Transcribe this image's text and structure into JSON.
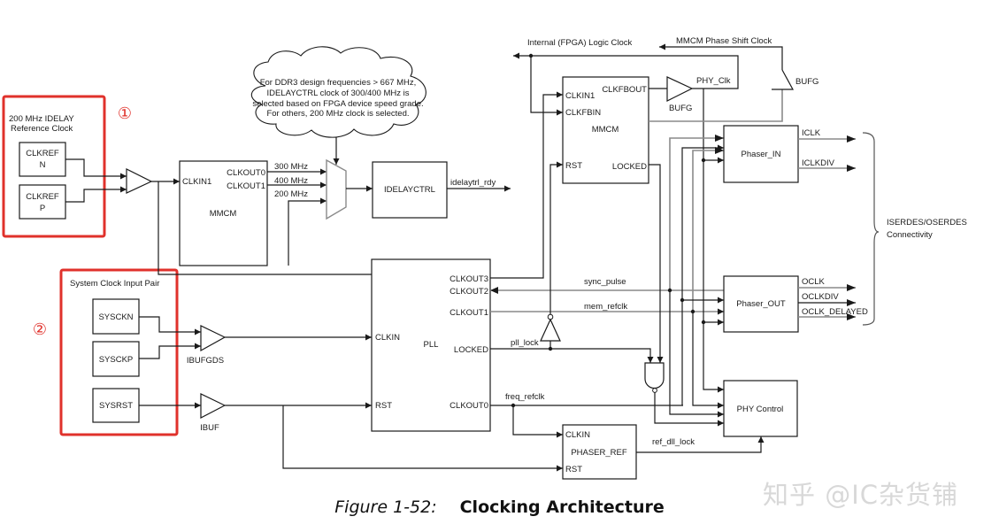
{
  "figure": {
    "number_label": "Figure 1-52:",
    "title": "Clocking Architecture",
    "watermark": "知乎 @IC杂货铺"
  },
  "colors": {
    "highlight": "#e0312b",
    "wire": "#1a1a1a",
    "gray_wire": "#8a8a8a"
  },
  "annotations": {
    "marker_1": "①",
    "marker_2": "②"
  },
  "idelay_ref_group": {
    "title_line1": "200 MHz IDELAY",
    "title_line2": "Reference Clock",
    "clkref_n_line1": "CLKREF",
    "clkref_n_line2": "N",
    "clkref_p_line1": "CLKREF",
    "clkref_p_line2": "P"
  },
  "sys_clock_group": {
    "title": "System Clock Input Pair",
    "sysckn": "SYSCKN",
    "sysckp": "SYSCKP",
    "sysrst": "SYSRST",
    "ibufgds": "IBUFGDS",
    "ibuf": "IBUF"
  },
  "cloud_note": {
    "lines": [
      "For DDR3 design frequencies > 667 MHz,",
      "IDELAYCTRL clock of 300/400 MHz is",
      "selected based on FPGA device speed grade.",
      "For others, 200 MHz clock is selected."
    ]
  },
  "mmcm_ref": {
    "name": "MMCM",
    "clkin1": "CLKIN1",
    "clkout0": "CLKOUT0",
    "clkout1": "CLKOUT1",
    "freq_300": "300 MHz",
    "freq_400": "400 MHz",
    "freq_200": "200 MHz"
  },
  "idelayctrl": {
    "name": "IDELAYCTRL",
    "output": "idelaytrl_rdy"
  },
  "mmcm_main": {
    "name": "MMCM",
    "clkin1": "CLKIN1",
    "clkfbin": "CLKFBIN",
    "rst": "RST",
    "clkfbout": "CLKFBOUT",
    "locked": "LOCKED",
    "bufg": "BUFG",
    "phy_clk": "PHY_Clk",
    "bufg2": "BUFG",
    "internal_clock": "Internal (FPGA) Logic Clock",
    "phase_shift_clock": "MMCM Phase Shift Clock"
  },
  "pll": {
    "name": "PLL",
    "clkin": "CLKIN",
    "rst": "RST",
    "clkout3": "CLKOUT3",
    "clkout2": "CLKOUT2",
    "clkout1": "CLKOUT1",
    "locked": "LOCKED",
    "clkout0": "CLKOUT0"
  },
  "signals": {
    "sync_pulse": "sync_pulse",
    "mem_refclk": "mem_refclk",
    "pll_lock": "pll_lock",
    "freq_refclk": "freq_refclk",
    "ref_dll_lock": "ref_dll_lock"
  },
  "phaser_in": {
    "name": "Phaser_IN",
    "iclk": "ICLK",
    "iclkdiv": "ICLKDIV"
  },
  "phaser_out": {
    "name": "Phaser_OUT",
    "oclk": "OCLK",
    "oclkdiv": "OCLKDIV",
    "oclk_delayed": "OCLK_DELAYED"
  },
  "serdes": {
    "line1": "ISERDES/OSERDES",
    "line2": "Connectivity"
  },
  "phy_control": {
    "name": "PHY Control"
  },
  "phaser_ref": {
    "name": "PHASER_REF",
    "clkin": "CLKIN",
    "rst": "RST"
  }
}
